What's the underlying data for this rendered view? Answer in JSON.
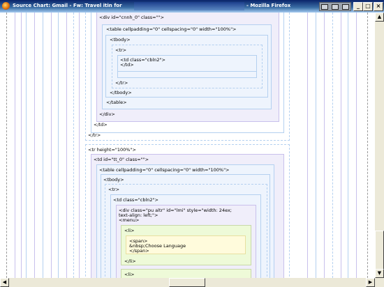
{
  "window": {
    "title": "Source Chart: Gmail - Fw: Travel itin for",
    "title_suffix": "- Mozilla Firefox",
    "minimize": "_",
    "maximize": "□",
    "close": "×"
  },
  "tags": {
    "div_cnnh": "<div id=\"cnnh_0\" class=\"\">",
    "table1": "<table cellpadding=\"0\" cellspacing=\"0\" width=\"100%\">",
    "tbody1_open": "<tbody>",
    "tr1_open": "<tr>",
    "td_cbln2_a": "<td class=\"cbln2\">",
    "td_close_a": "</td>",
    "tr1_close": "</tr>",
    "tbody1_close": "</tbody>",
    "table1_close": "</table>",
    "div_close": "</div>",
    "td_close_b": "</td>",
    "tr_close_b": "</tr>",
    "tr_height": "<tr height=\"100%\">",
    "td_tt0": "<td id=\"tt_0\" class=\"\">",
    "table2": "<table cellpadding=\"0\" cellspacing=\"0\" width=\"100%\">",
    "tbody2_open": "<tbody>",
    "tr2_open": "<tr>",
    "td_cbln2_b": "<td class=\"cbln2\">",
    "div_pu_line1": "<div class=\"pu altr\" id=\"lmi\" style=\"width: 24ex;",
    "div_pu_line2": "text-align: left;\">",
    "menu_open": "<menu>",
    "li_open_a": "<li>",
    "span_open": "<span>",
    "span_text": "&nbsp;Choose Language",
    "span_close": "</span>",
    "li_close_a": "</li>",
    "li_open_b": "<li>"
  },
  "colors": {
    "guide_lavender": "#c8c0ec",
    "guide_blue": "#b4d0f0",
    "box_purple_bg": "#f0eefa",
    "box_blue_bg": "#eef4fd",
    "li_green_bg": "#eefad8",
    "span_yellow_bg": "#fffbdc"
  }
}
